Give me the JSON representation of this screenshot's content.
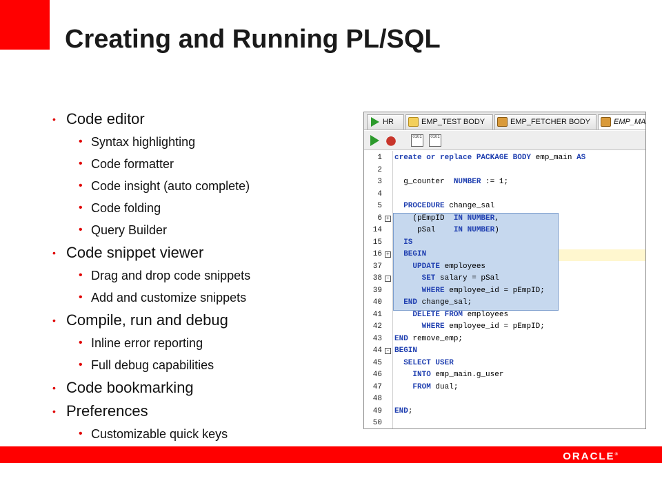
{
  "slide": {
    "title": "Creating and Running PL/SQL",
    "footer_logo": "ORACLE",
    "footer_logo_mark": "®"
  },
  "bullets": [
    {
      "text": "Code editor",
      "level": 1
    },
    {
      "text": "Syntax highlighting",
      "level": 2
    },
    {
      "text": "Code formatter",
      "level": 2
    },
    {
      "text": "Code insight (auto complete)",
      "level": 2
    },
    {
      "text": "Code folding",
      "level": 2
    },
    {
      "text": "Query Builder",
      "level": 2
    },
    {
      "text": "Code snippet viewer",
      "level": 1
    },
    {
      "text": "Drag and drop code snippets",
      "level": 2
    },
    {
      "text": "Add and customize snippets",
      "level": 2
    },
    {
      "text": "Compile, run and debug",
      "level": 1
    },
    {
      "text": "Inline error reporting",
      "level": 2
    },
    {
      "text": "Full debug capabilities",
      "level": 2
    },
    {
      "text": "Code bookmarking",
      "level": 1
    },
    {
      "text": "Preferences",
      "level": 1
    },
    {
      "text": "Customizable quick keys",
      "level": 2
    }
  ],
  "ide": {
    "tabs": [
      {
        "label": "HR",
        "icon": "connection-play-icon"
      },
      {
        "label": "EMP_TEST BODY",
        "icon": "folder-icon"
      },
      {
        "label": "EMP_FETCHER BODY",
        "icon": "package-icon"
      },
      {
        "label": "EMP_MA",
        "icon": "package-icon",
        "active": true
      }
    ],
    "toolbar": {
      "compile_label_a": "0101",
      "compile_label_b": "0101"
    },
    "code_lines": [
      {
        "num": "1",
        "fold": "",
        "parts": [
          [
            "kw",
            "create or replace PACKAGE BODY"
          ],
          [
            "t",
            " emp_main "
          ],
          [
            "kw",
            "AS"
          ]
        ]
      },
      {
        "num": "2",
        "fold": "",
        "parts": []
      },
      {
        "num": "3",
        "fold": "",
        "parts": [
          [
            "t",
            "  g_counter  "
          ],
          [
            "kw",
            "NUMBER"
          ],
          [
            "t",
            " := 1;"
          ]
        ]
      },
      {
        "num": "4",
        "fold": "",
        "parts": []
      },
      {
        "num": "5",
        "fold": "",
        "parts": [
          [
            "t",
            "  "
          ],
          [
            "kw",
            "PROCEDURE"
          ],
          [
            "t",
            " change_sal"
          ]
        ]
      },
      {
        "num": "6",
        "fold": "+",
        "parts": [
          [
            "t",
            "    (pEmpID  "
          ],
          [
            "kw",
            "IN NUMBER"
          ],
          [
            "t",
            ","
          ]
        ]
      },
      {
        "num": "14",
        "fold": "",
        "parts": [
          [
            "t",
            "     pSal    "
          ],
          [
            "kw",
            "IN NUMBER"
          ],
          [
            "t",
            ")"
          ]
        ]
      },
      {
        "num": "15",
        "fold": "",
        "parts": [
          [
            "t",
            "  "
          ],
          [
            "kw",
            "IS"
          ]
        ]
      },
      {
        "num": "16",
        "fold": "+",
        "parts": [
          [
            "t",
            "  "
          ],
          [
            "kw",
            "BEGIN"
          ]
        ]
      },
      {
        "num": "37",
        "fold": "",
        "parts": [
          [
            "t",
            "    "
          ],
          [
            "kw",
            "UPDATE"
          ],
          [
            "t",
            " employees"
          ]
        ]
      },
      {
        "num": "38",
        "fold": "-",
        "parts": [
          [
            "t",
            "      "
          ],
          [
            "kw",
            "SET"
          ],
          [
            "t",
            " salary = pSal"
          ]
        ]
      },
      {
        "num": "39",
        "fold": "",
        "parts": [
          [
            "t",
            "      "
          ],
          [
            "kw",
            "WHERE"
          ],
          [
            "t",
            " employee_id = pEmpID;"
          ]
        ]
      },
      {
        "num": "40",
        "fold": "",
        "parts": [
          [
            "t",
            "  "
          ],
          [
            "kw",
            "END"
          ],
          [
            "t",
            " change_sal;"
          ]
        ]
      },
      {
        "num": "41",
        "fold": "",
        "parts": [
          [
            "t",
            "    "
          ],
          [
            "kw",
            "DELETE FROM"
          ],
          [
            "t",
            " employees"
          ]
        ]
      },
      {
        "num": "42",
        "fold": "",
        "parts": [
          [
            "t",
            "      "
          ],
          [
            "kw",
            "WHERE"
          ],
          [
            "t",
            " employee_id = pEmpID;"
          ]
        ]
      },
      {
        "num": "43",
        "fold": "",
        "parts": [
          [
            "kw",
            "END"
          ],
          [
            "t",
            " remove_emp;"
          ]
        ]
      },
      {
        "num": "44",
        "fold": "-",
        "parts": [
          [
            "kw",
            "BEGIN"
          ]
        ]
      },
      {
        "num": "45",
        "fold": "",
        "parts": [
          [
            "t",
            "  "
          ],
          [
            "kw",
            "SELECT USER"
          ]
        ]
      },
      {
        "num": "46",
        "fold": "",
        "parts": [
          [
            "t",
            "    "
          ],
          [
            "kw",
            "INTO"
          ],
          [
            "t",
            " emp_main.g_user"
          ]
        ]
      },
      {
        "num": "47",
        "fold": "",
        "parts": [
          [
            "t",
            "    "
          ],
          [
            "kw",
            "FROM"
          ],
          [
            "t",
            " dual;"
          ]
        ]
      },
      {
        "num": "48",
        "fold": "",
        "parts": []
      },
      {
        "num": "49",
        "fold": "",
        "parts": [
          [
            "kw",
            "END"
          ],
          [
            "t",
            ";"
          ]
        ]
      },
      {
        "num": "50",
        "fold": "",
        "parts": []
      }
    ]
  }
}
